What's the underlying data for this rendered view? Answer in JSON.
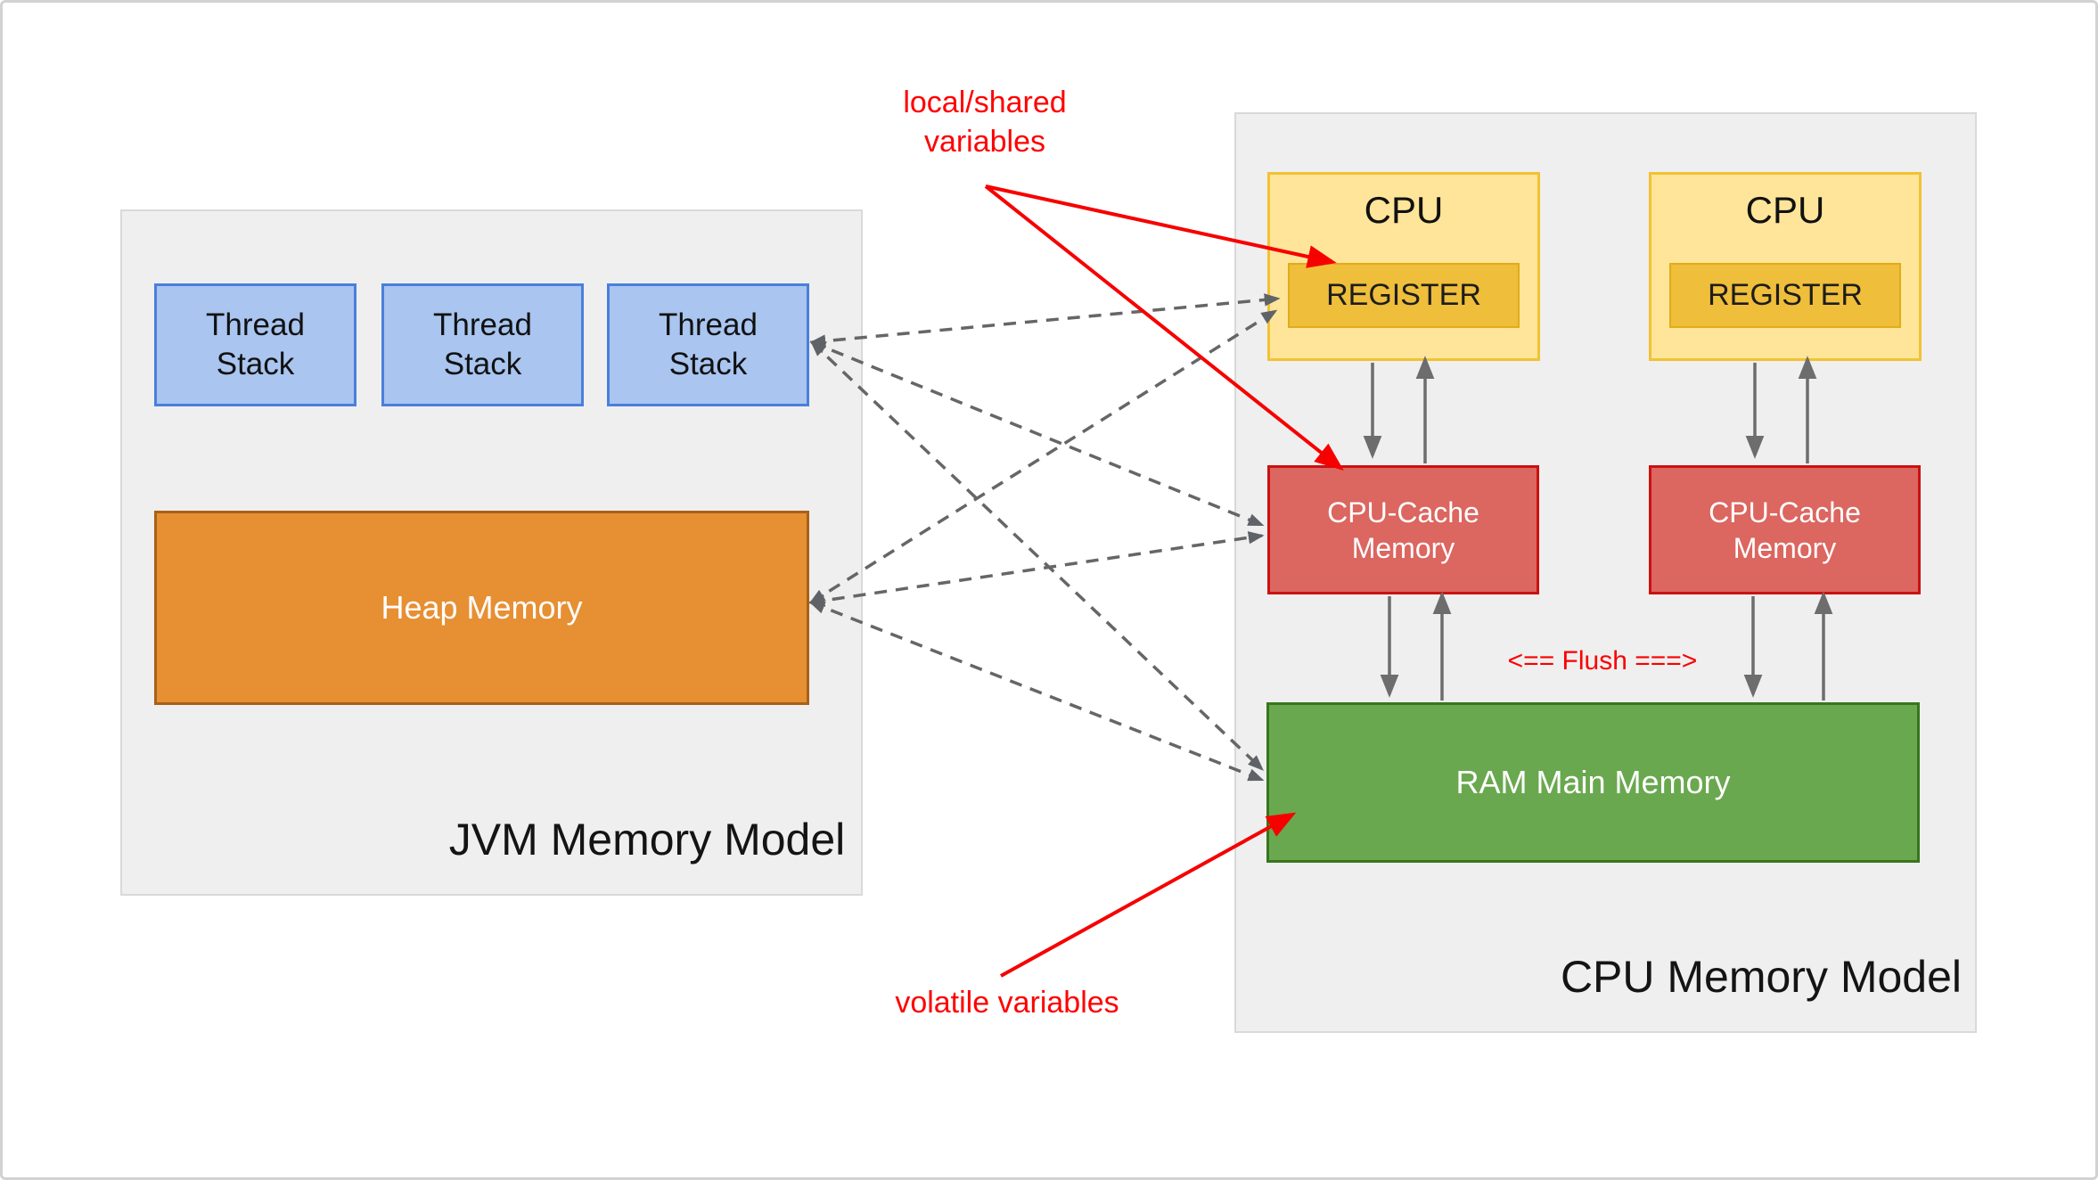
{
  "jvm_model": {
    "title": "JVM Memory Model",
    "thread_stacks": [
      {
        "label": "Thread\nStack"
      },
      {
        "label": "Thread\nStack"
      },
      {
        "label": "Thread\nStack"
      }
    ],
    "heap_label": "Heap Memory"
  },
  "cpu_model": {
    "title": "CPU Memory Model",
    "cpus": [
      {
        "label": "CPU",
        "register_label": "REGISTER"
      },
      {
        "label": "CPU",
        "register_label": "REGISTER"
      }
    ],
    "caches": [
      {
        "label": "CPU-Cache\nMemory"
      },
      {
        "label": "CPU-Cache\nMemory"
      }
    ],
    "ram_label": "RAM Main Memory",
    "flush_label": "<== Flush ===>"
  },
  "annotations": {
    "local_shared_label": "local/shared\nvariables",
    "volatile_label": "volatile variables"
  },
  "colors": {
    "thread_stack_fill": "#a9c5f0",
    "thread_stack_border": "#4a7fdc",
    "heap_fill": "#e78f33",
    "heap_border": "#a86118",
    "cpu_fill": "#ffe599",
    "cpu_border": "#f1c232",
    "register_fill": "#efbe3b",
    "cache_fill": "#dc6660",
    "cache_border": "#cc1111",
    "ram_fill": "#6aa84f",
    "ram_border": "#38761d",
    "region_fill": "#efefef",
    "annotation_red": "#fe0000",
    "connector_gray": "#666666"
  }
}
